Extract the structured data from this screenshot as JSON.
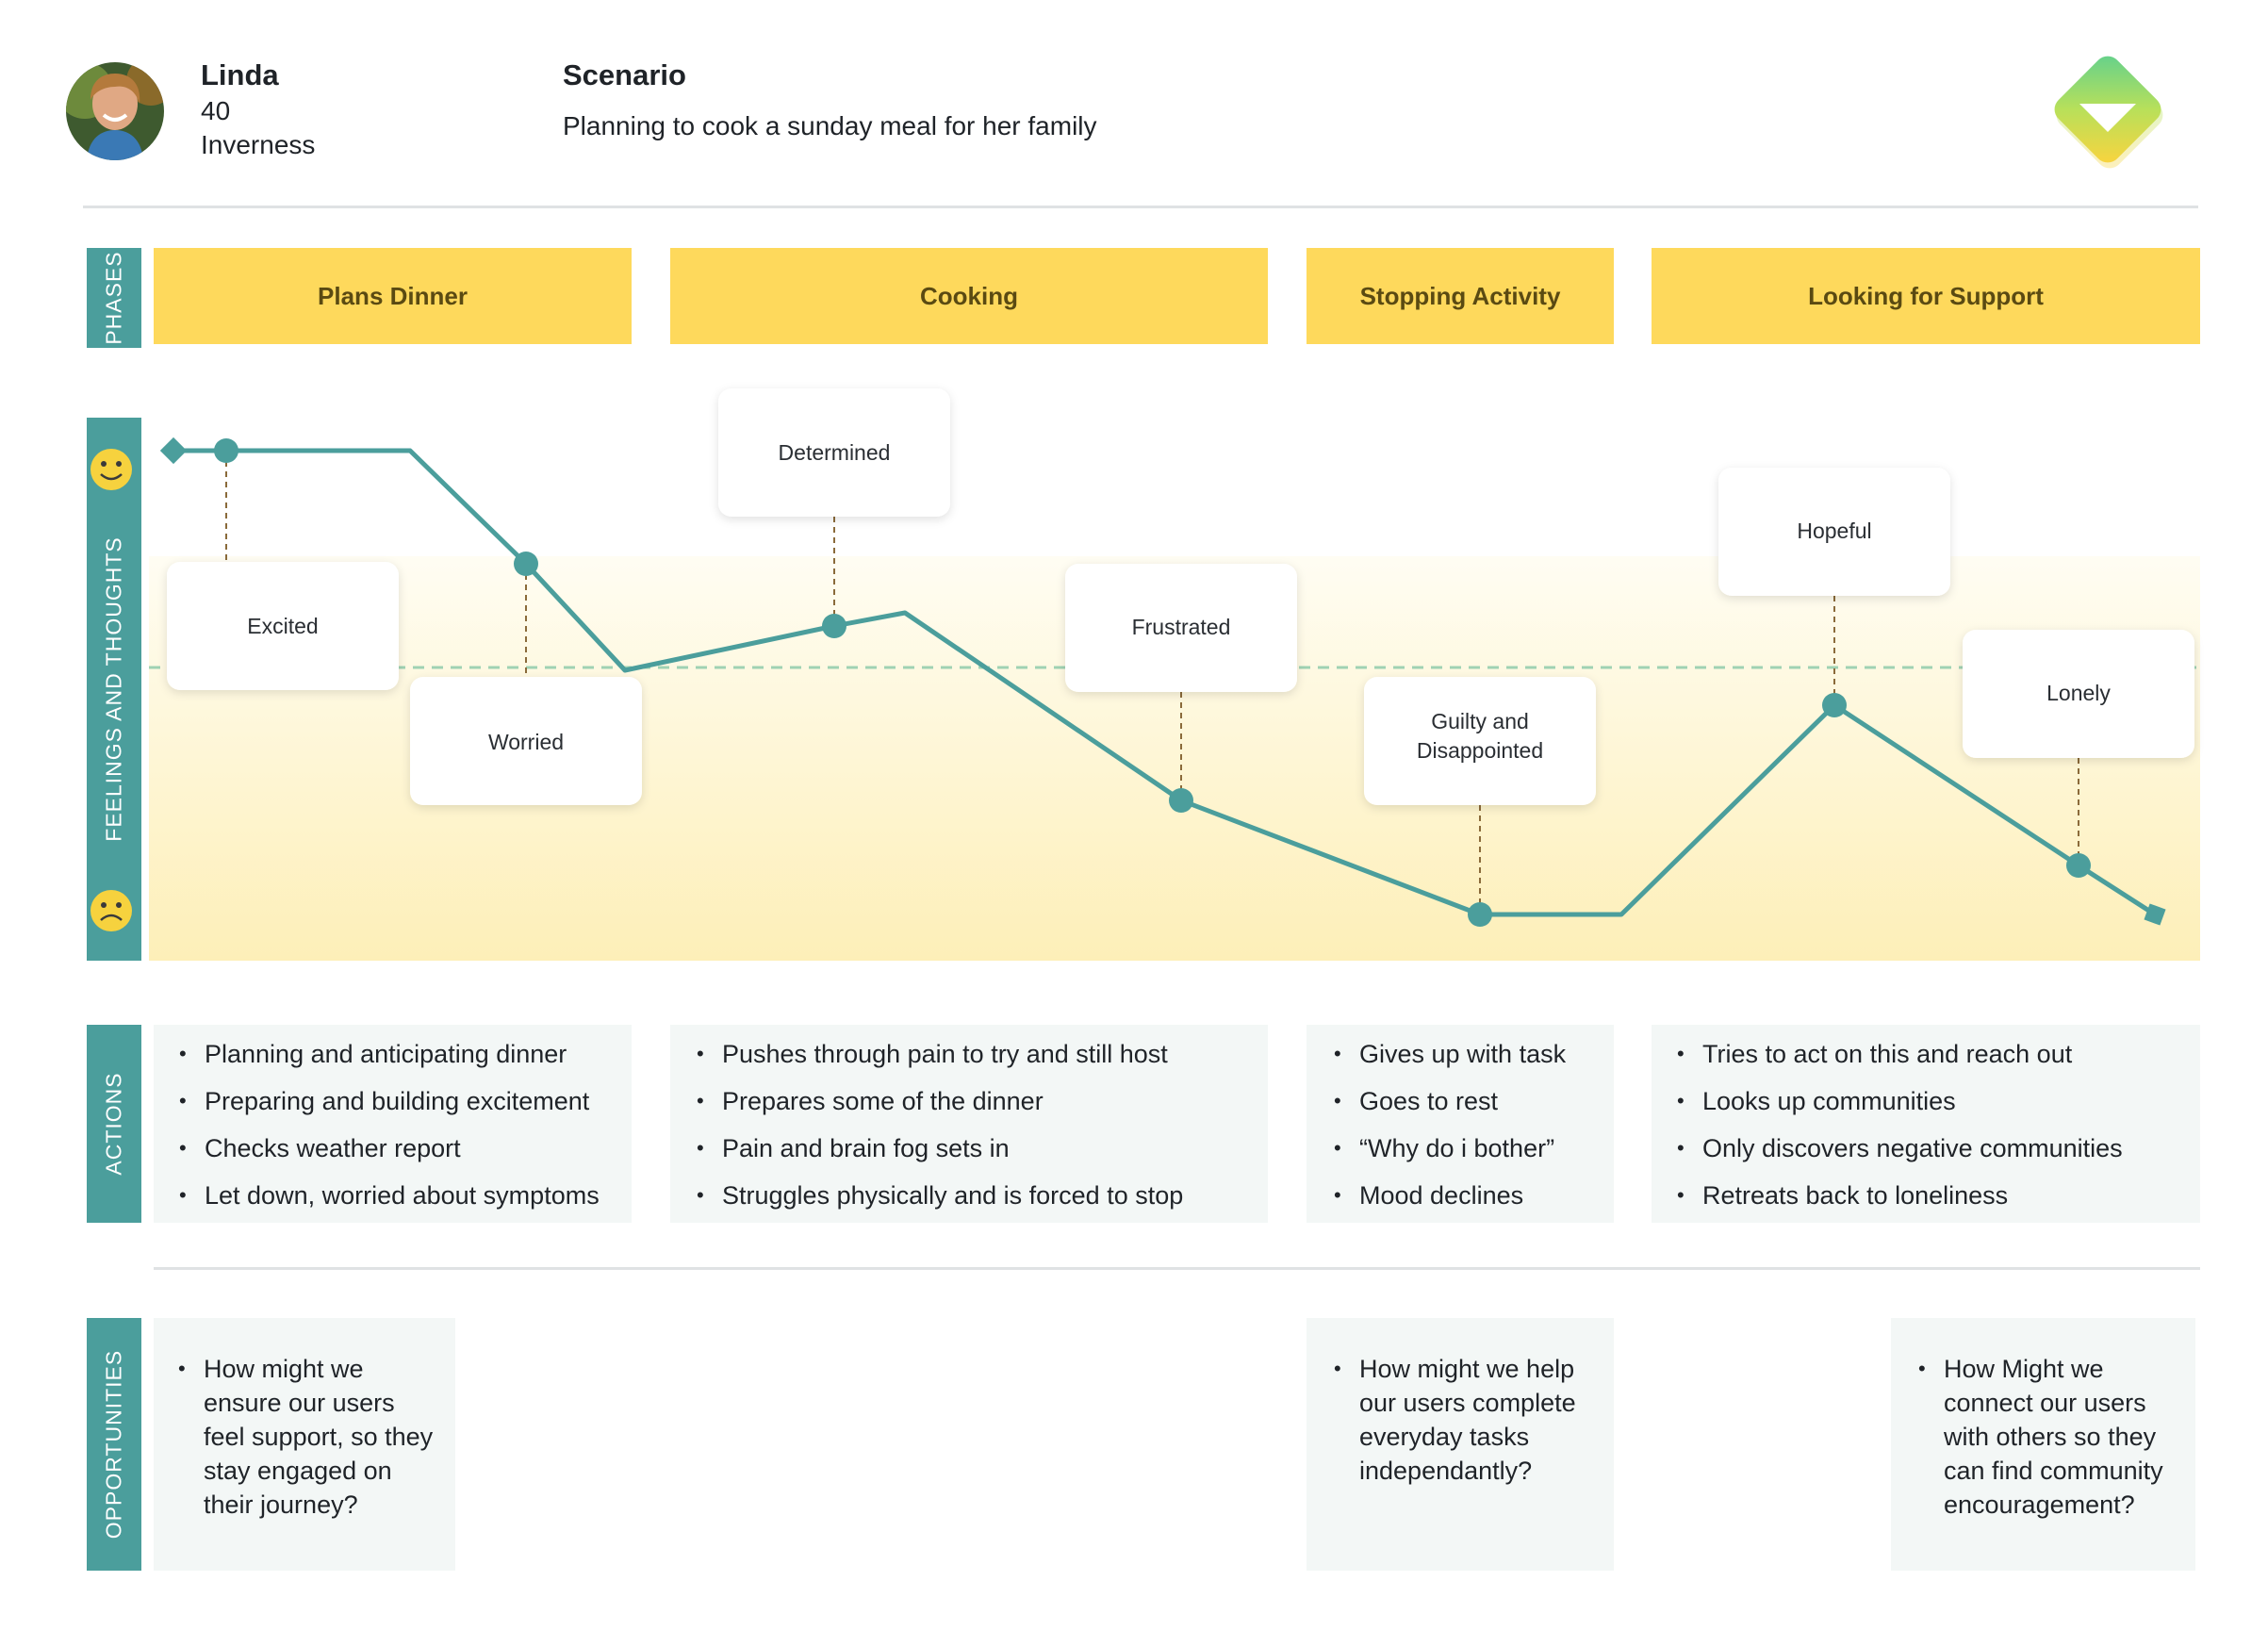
{
  "persona": {
    "name": "Linda",
    "age": "40",
    "location": "Inverness"
  },
  "scenario": {
    "title": "Scenario",
    "description": "Planning to cook a sunday meal for her family"
  },
  "sections": {
    "phases": "PHASES",
    "feelings": "FEELINGS AND THOUGHTS",
    "actions": "ACTIONS",
    "opportunities": "OPPORTUNITIES"
  },
  "phases": [
    "Plans Dinner",
    "Cooking",
    "Stopping Activity",
    "Looking for Support"
  ],
  "emotions": {
    "labels": [
      "Excited",
      "Worried",
      "Determined",
      "Frustrated",
      "Guilty and Disappointed",
      "Hopeful",
      "Lonely"
    ],
    "line_color": "#4b9e9c",
    "happy_icon": "smiley-face-icon",
    "sad_icon": "frown-face-icon"
  },
  "actions": [
    [
      "Planning and anticipating dinner",
      "Preparing and building excitement",
      "Checks weather report",
      "Let down, worried about symptoms"
    ],
    [
      "Pushes through pain to try and still host",
      "Prepares some of the dinner",
      "Pain and brain fog sets in",
      "Struggles physically and is forced to stop"
    ],
    [
      "Gives up with task",
      "Goes to rest",
      "“Why do i bother”",
      "Mood declines"
    ],
    [
      "Tries to act on this and reach out",
      "Looks up communities",
      "Only discovers negative communities",
      "Retreats back to loneliness"
    ]
  ],
  "opportunities": [
    "How might we ensure our users feel support, so they stay engaged on their journey?",
    "How might we help our users complete everyday tasks independantly?",
    "How Might we connect our users with others so they can find community encouragement?"
  ],
  "colors": {
    "accent": "#4b9e9c",
    "phase": "#fed95c",
    "panel": "#f3f7f6"
  }
}
